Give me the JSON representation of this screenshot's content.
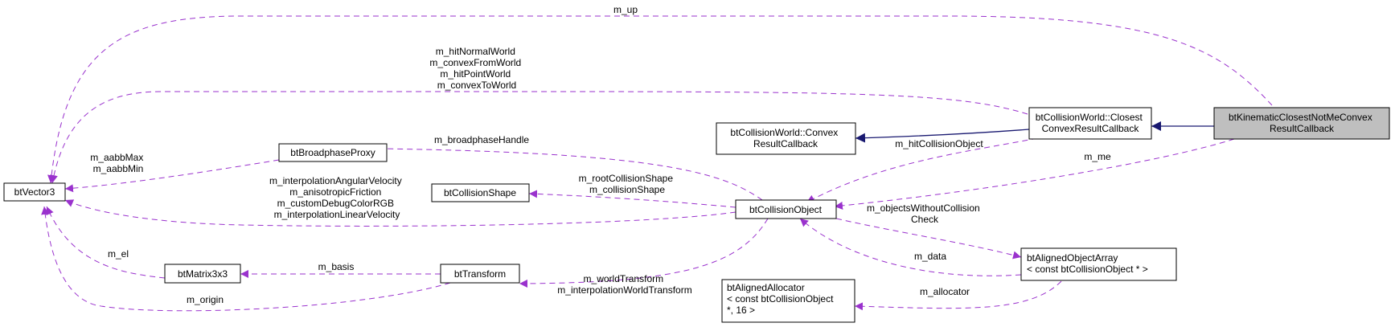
{
  "colors": {
    "usage_edge": "#9a32cd",
    "inheritance_edge": "#191970",
    "highlight_fill": "#bfbfbf",
    "node_border": "#000000"
  },
  "nodes": {
    "kinematic": {
      "lines": [
        "btKinematicClosestNotMeConvex",
        "ResultCallback"
      ]
    },
    "closest": {
      "lines": [
        "btCollisionWorld::Closest",
        "ConvexResultCallback"
      ]
    },
    "convex": {
      "lines": [
        "btCollisionWorld::Convex",
        "ResultCallback"
      ]
    },
    "vector3": {
      "lines": [
        "btVector3"
      ]
    },
    "broadphase": {
      "lines": [
        "btBroadphaseProxy"
      ]
    },
    "shape": {
      "lines": [
        "btCollisionShape"
      ]
    },
    "object": {
      "lines": [
        "btCollisionObject"
      ]
    },
    "matrix": {
      "lines": [
        "btMatrix3x3"
      ]
    },
    "transform": {
      "lines": [
        "btTransform"
      ]
    },
    "array": {
      "lines": [
        "btAlignedObjectArray",
        "< const btCollisionObject * >"
      ]
    },
    "allocator": {
      "lines": [
        "btAlignedAllocator",
        "< const btCollisionObject",
        " *, 16 >"
      ]
    }
  },
  "edge_labels": {
    "m_up": [
      "m_up"
    ],
    "closest_vector": [
      "m_hitNormalWorld",
      "m_convexFromWorld",
      "m_hitPointWorld",
      "m_convexToWorld"
    ],
    "hit_collision": [
      "m_hitCollisionObject"
    ],
    "m_me": [
      "m_me"
    ],
    "broadphase_handle": [
      "m_broadphaseHandle"
    ],
    "aabb": [
      "m_aabbMax",
      "m_aabbMin"
    ],
    "object_vector": [
      "m_interpolationAngularVelocity",
      "m_anisotropicFriction",
      "m_customDebugColorRGB",
      "m_interpolationLinearVelocity"
    ],
    "shape": [
      "m_rootCollisionShape",
      "m_collisionShape"
    ],
    "objects_without": [
      "m_objectsWithoutCollision",
      "Check"
    ],
    "m_el": [
      "m_el"
    ],
    "m_basis": [
      "m_basis"
    ],
    "world_transform": [
      "m_worldTransform",
      "m_interpolationWorldTransform"
    ],
    "m_data": [
      "m_data"
    ],
    "m_origin": [
      "m_origin"
    ],
    "m_allocator": [
      "m_allocator"
    ]
  }
}
